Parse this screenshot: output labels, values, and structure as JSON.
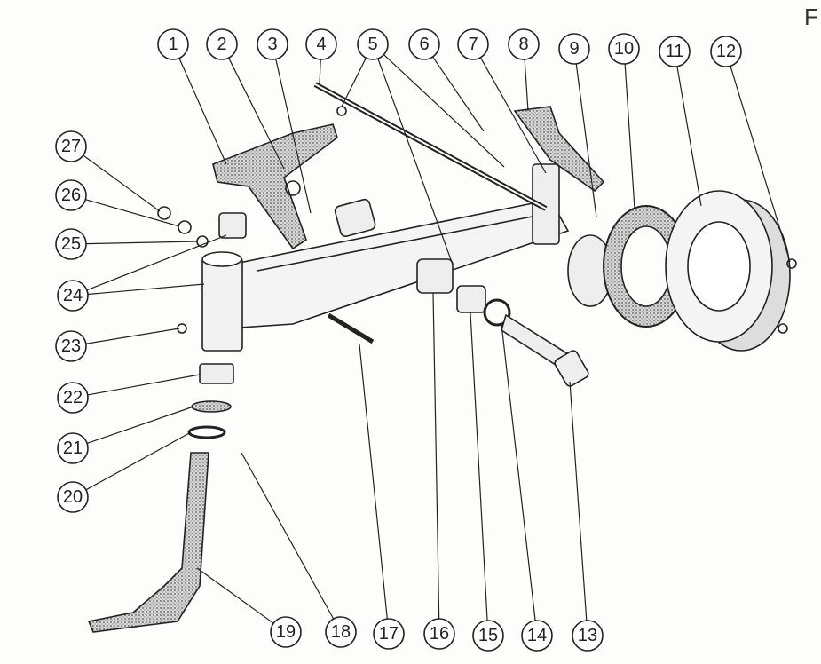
{
  "page_marker": "F",
  "callouts": [
    "1",
    "2",
    "3",
    "4",
    "5",
    "6",
    "7",
    "8",
    "9",
    "10",
    "11",
    "12",
    "13",
    "14",
    "15",
    "16",
    "17",
    "18",
    "19",
    "20",
    "21",
    "22",
    "23",
    "24",
    "25",
    "26",
    "27"
  ],
  "colors": {
    "ink": "#222222",
    "paper": "#fdfdfc",
    "stipple": "#9a9a9a"
  }
}
